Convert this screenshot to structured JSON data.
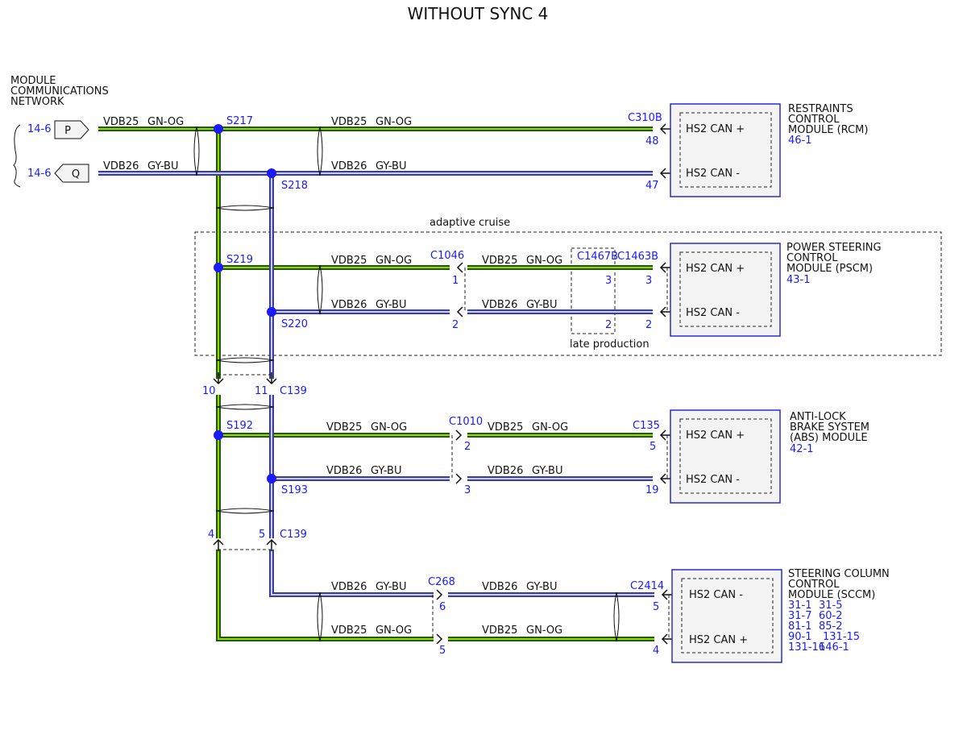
{
  "title": "WITHOUT SYNC 4",
  "network_label": [
    "MODULE",
    "COMMUNICATIONS",
    "NETWORK"
  ],
  "connectors": {
    "p_ref": "14-6",
    "p_label": "P",
    "q_ref": "14-6",
    "q_label": "Q"
  },
  "wires": {
    "vdb25": "VDB25",
    "gnog": "GN-OG",
    "vdb26": "VDB26",
    "gybu": "GY-BU"
  },
  "splices": {
    "s217": "S217",
    "s218": "S218",
    "s219": "S219",
    "s220": "S220",
    "s192": "S192",
    "s193": "S193"
  },
  "regions": {
    "adaptive": "adaptive cruise",
    "late": "late production"
  },
  "connector_ids": {
    "c310b": "C310B",
    "c1046": "C1046",
    "c1467b": "C1467B",
    "c1463b": "C1463B",
    "c139a": "C139",
    "c1010": "C1010",
    "c135": "C135",
    "c139b": "C139",
    "c268": "C268",
    "c2414": "C2414"
  },
  "pins": {
    "rcm_48": "48",
    "rcm_47": "47",
    "c1046_1": "1",
    "c1046_2": "2",
    "c1467b_3": "3",
    "c1467b_2": "2",
    "pscm_3": "3",
    "pscm_2": "2",
    "c139_10": "10",
    "c139_11": "11",
    "c1010_2": "2",
    "c1010_3": "3",
    "abs_5": "5",
    "abs_19": "19",
    "c139_4": "4",
    "c139_5": "5",
    "c268_6": "6",
    "c268_5": "5",
    "sccm_5": "5",
    "sccm_4": "4"
  },
  "modules": {
    "rcm": {
      "name": [
        "RESTRAINTS",
        "CONTROL",
        "MODULE (RCM)"
      ],
      "ref": "46-1",
      "pin_a": "HS2 CAN +",
      "pin_b": "HS2 CAN -"
    },
    "pscm": {
      "name": [
        "POWER STEERING",
        "CONTROL",
        "MODULE (PSCM)"
      ],
      "ref": "43-1",
      "pin_a": "HS2 CAN +",
      "pin_b": "HS2 CAN -"
    },
    "abs": {
      "name": [
        "ANTI-LOCK",
        "BRAKE SYSTEM",
        "(ABS) MODULE"
      ],
      "ref": "42-1",
      "pin_a": "HS2 CAN +",
      "pin_b": "HS2 CAN -"
    },
    "sccm": {
      "name": [
        "STEERING COLUMN",
        "CONTROL",
        "MODULE (SCCM)"
      ],
      "refs": [
        "31-1",
        "31-5",
        "31-7",
        "60-2",
        "81-1",
        "85-2",
        "90-1",
        "131-15",
        "131-16",
        "146-1"
      ],
      "pin_a": "HS2 CAN -",
      "pin_b": "HS2 CAN +"
    }
  },
  "colors": {
    "gnog_outer": "#1e5a0a",
    "gnog_inner": "#9ad400",
    "gybu_outer": "#3b3f8f",
    "gybu_inner": "#c8cbe8",
    "ref_text": "#1a1aff",
    "module_border": "#2a2ad6"
  }
}
